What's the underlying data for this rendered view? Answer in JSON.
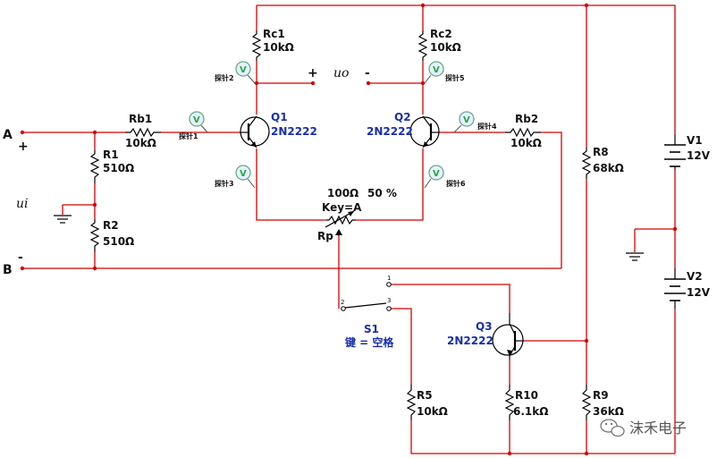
{
  "terminals": {
    "a": "A",
    "b": "B",
    "plus_in": "+",
    "minus_in": "-",
    "plus_out": "+",
    "minus_out": "-",
    "uo": "uo",
    "ui": "ui"
  },
  "resistors": {
    "rc1": {
      "name": "Rc1",
      "value": "10kΩ"
    },
    "rc2": {
      "name": "Rc2",
      "value": "10kΩ"
    },
    "rb1": {
      "name": "Rb1",
      "value": "10kΩ"
    },
    "rb2": {
      "name": "Rb2",
      "value": "10kΩ"
    },
    "r1": {
      "name": "R1",
      "value": "510Ω"
    },
    "r2": {
      "name": "R2",
      "value": "510Ω"
    },
    "r5": {
      "name": "R5",
      "value": "10kΩ"
    },
    "r8": {
      "name": "R8",
      "value": "68kΩ"
    },
    "r9": {
      "name": "R9",
      "value": "36kΩ"
    },
    "r10": {
      "name": "R10",
      "value": "6.1kΩ"
    }
  },
  "transistors": {
    "q1": {
      "name": "Q1",
      "model": "2N2222"
    },
    "q2": {
      "name": "Q2",
      "model": "2N2222"
    },
    "q3": {
      "name": "Q3",
      "model": "2N2222"
    }
  },
  "potentiometer": {
    "name": "Rp",
    "value": "100Ω",
    "percent": "50 %",
    "key": "Key=A"
  },
  "switch": {
    "name": "S1",
    "key": "键 = 空格",
    "pin1": "1",
    "pin2": "2",
    "pin3": "3"
  },
  "sources": {
    "v1": {
      "name": "V1",
      "value": "12V"
    },
    "v2": {
      "name": "V2",
      "value": "12V"
    }
  },
  "probes": {
    "p1": "探针1",
    "p2": "探针2",
    "p3": "探针3",
    "p4": "探针4",
    "p5": "探针5",
    "p6": "探针6",
    "symbol": "V"
  },
  "watermark": "沫禾电子",
  "colors": {
    "wire": "#d40000",
    "component": "#000000",
    "part_label": "#1a2fa8"
  }
}
